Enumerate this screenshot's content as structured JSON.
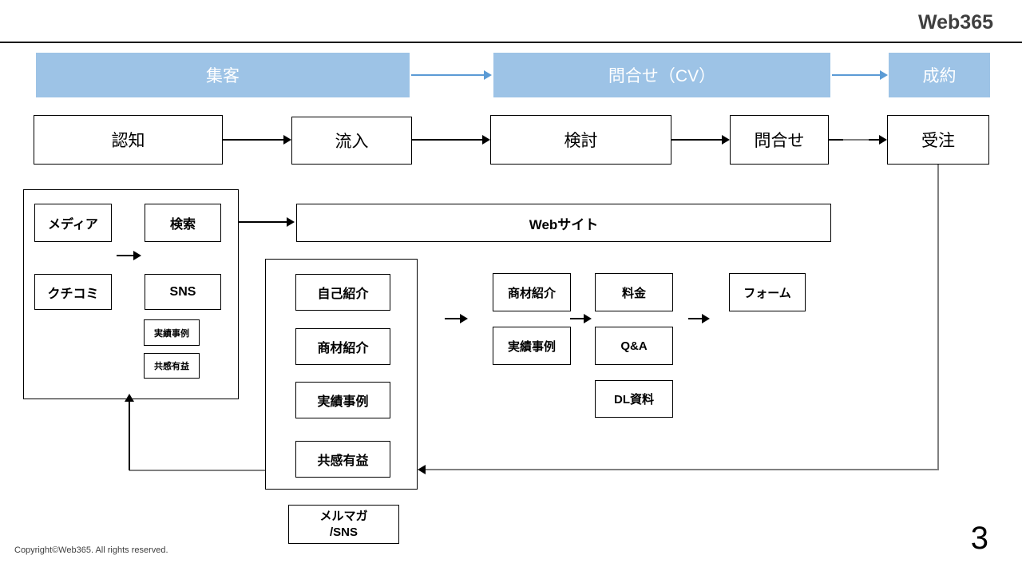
{
  "slide": {
    "title": "Web365",
    "page_number": "3",
    "copyright": "Copyright©Web365. All rights reserved."
  },
  "stages": {
    "attract": "集客",
    "inquiry_cv": "問合せ（CV）",
    "close": "成約"
  },
  "funnel": {
    "awareness": "認知",
    "inflow": "流入",
    "consideration": "検討",
    "inquiry": "問合せ",
    "order": "受注"
  },
  "sources": {
    "media": "メディア",
    "search": "検索",
    "word_of_mouth": "クチコミ",
    "sns": "SNS",
    "case_studies": "実績事例",
    "empathy_value": "共感有益"
  },
  "website": "Webサイト",
  "site_contents": {
    "self_intro": "自己紹介",
    "product_intro": "商材紹介",
    "case_studies": "実績事例",
    "empathy_value": "共感有益"
  },
  "consideration_contents": {
    "product_intro": "商材紹介",
    "case_studies": "実績事例",
    "pricing": "料金",
    "qa": "Q&A",
    "dl_materials": "DL資料",
    "form": "フォーム"
  },
  "followup": {
    "line1": "メルマガ",
    "line2": "/SNS"
  },
  "colors": {
    "stage_fill": "#9DC3E6",
    "stage_arrow": "#5B9BD5",
    "feedback_gray": "#808080",
    "title_color": "#3f3f3f"
  }
}
